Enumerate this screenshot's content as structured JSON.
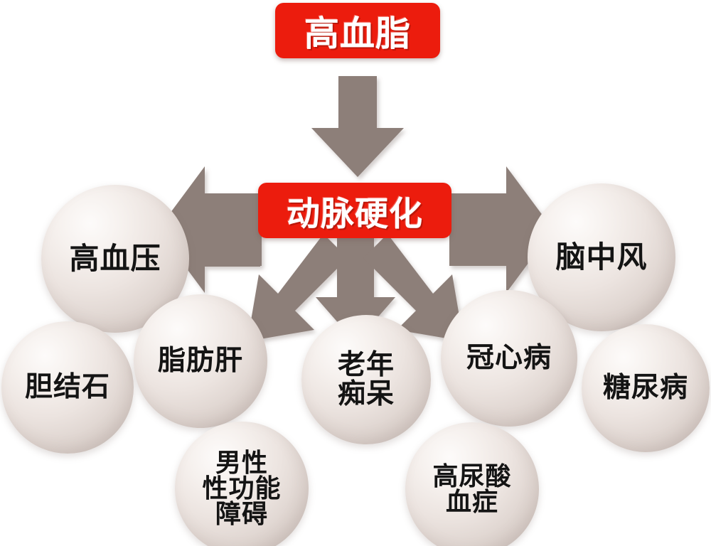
{
  "diagram": {
    "title_box": {
      "label": "高血脂"
    },
    "center_box": {
      "label": "动脉硬化"
    },
    "colors": {
      "box_red": "#ec1c0d",
      "box_text": "#ffffff",
      "arrow_gray": "#8d7f79",
      "sphere_light": "#fdfbfa",
      "sphere_shadow": "#c4b8b3",
      "sphere_text": "#141414",
      "background": "#ffffff"
    },
    "arrows": [
      {
        "name": "arrow-down-to-center",
        "direction": "down"
      },
      {
        "name": "arrow-left",
        "direction": "left"
      },
      {
        "name": "arrow-right",
        "direction": "right"
      },
      {
        "name": "arrow-down-left",
        "direction": "down-left"
      },
      {
        "name": "arrow-down",
        "direction": "down"
      },
      {
        "name": "arrow-down-right",
        "direction": "down-right"
      }
    ],
    "outcomes": [
      {
        "id": "hypertension",
        "label": "高血压"
      },
      {
        "id": "stroke",
        "label": "脑中风"
      },
      {
        "id": "gallstone",
        "label": "胆结石"
      },
      {
        "id": "fattyliver",
        "label": "脂肪肝"
      },
      {
        "id": "dementia",
        "label": "老年\n痴呆"
      },
      {
        "id": "chd",
        "label": "冠心病"
      },
      {
        "id": "diabetes",
        "label": "糖尿病"
      },
      {
        "id": "ed",
        "label": "男性\n性功能\n障碍"
      },
      {
        "id": "uricacid",
        "label": "高尿酸\n血症"
      }
    ]
  }
}
